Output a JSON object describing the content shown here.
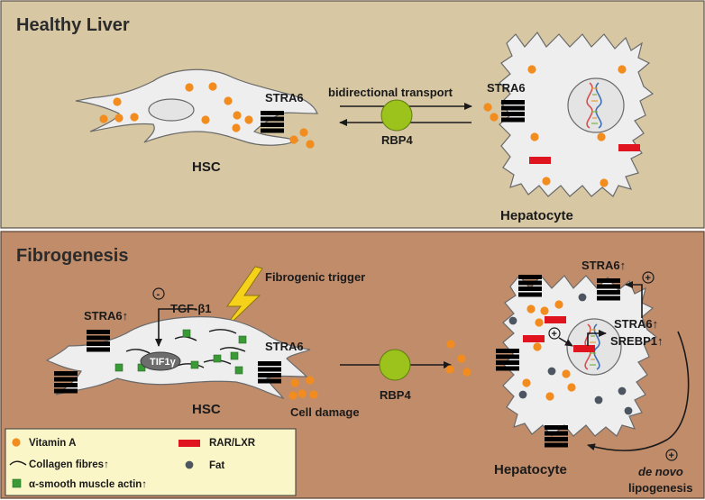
{
  "panels": {
    "healthy_title": "Healthy Liver",
    "fibro_title": "Fibrogenesis",
    "healthy_bg": "#d7c7a3",
    "fibro_bg": "#c08c6a"
  },
  "labels": {
    "stra6_hsc_top": "STRA6",
    "bidirectional": "bidirectional transport",
    "stra6_hep_top": "STRA6",
    "rbp4_top": "RBP4",
    "hsc_top": "HSC",
    "hepatocyte_top": "Hepatocyte",
    "fibrogenic_trigger": "Fibrogenic trigger",
    "minus_sign": "-",
    "tgf": "TGF-β1",
    "tif": "TIF1γ",
    "stra6_up_left": "STRA6↑",
    "stra6_hsc_bottom": "STRA6",
    "hsc_bottom": "HSC",
    "cell_damage": "Cell damage",
    "rbp4_bottom": "RBP4",
    "stra6_up_top": "STRA6↑",
    "plus_sign": "+",
    "stra6_up_inner": "STRA6↑",
    "srebp1": "SREBP1↑",
    "hepatocyte_bottom": "Hepatocyte",
    "de_novo": "de novo",
    "lipogenesis": "lipogenesis"
  },
  "legend": {
    "vitamin_a": "Vitamin A",
    "collagen": "Collagen fibres↑",
    "sma": "α-smooth muscle actin↑",
    "rar": "RAR/LXR",
    "fat": "Fat"
  },
  "colors": {
    "vitamin_a": "#f28c1e",
    "stra6": "#5356a6",
    "rbp4": "#9bc31c",
    "rar": "#e0141e",
    "sma": "#3a9a35",
    "fat": "#4d5660",
    "lightning": "#f6d11a"
  },
  "icons": {
    "lightning": "lightning-bolt-icon",
    "dna": "dna-helix-icon"
  }
}
